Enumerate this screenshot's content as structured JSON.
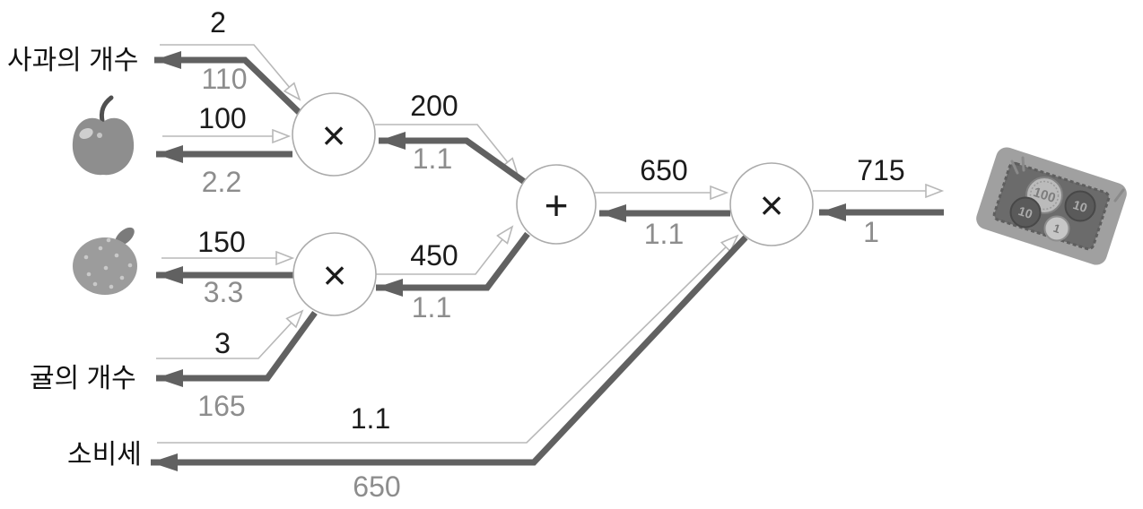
{
  "labels": {
    "apple_count": "사과의 개수",
    "orange_count": "귤의 개수",
    "tax": "소비세"
  },
  "nodes": {
    "apple_mul": "×",
    "orange_mul": "×",
    "sum": "+",
    "tax_mul": "×"
  },
  "edges": {
    "apple_count": {
      "forward": "2",
      "backward": "110"
    },
    "apple_price": {
      "forward": "100",
      "backward": "2.2"
    },
    "apple_subtotal": {
      "forward": "200",
      "backward": "1.1"
    },
    "orange_price": {
      "forward": "150",
      "backward": "3.3"
    },
    "orange_count": {
      "forward": "3",
      "backward": "165"
    },
    "orange_subtotal": {
      "forward": "450",
      "backward": "1.1"
    },
    "pre_tax_total": {
      "forward": "650",
      "backward": "1.1"
    },
    "tax": {
      "forward": "1.1",
      "backward": "650"
    },
    "total": {
      "forward": "715",
      "backward": "1"
    }
  },
  "money_tray": {
    "coin_100": "100",
    "coin_10_left": "10",
    "coin_10_right": "10",
    "coin_1": "1"
  },
  "colors": {
    "background": "#ffffff",
    "forward_line": "#b8b8b8",
    "backward_line": "#616161",
    "forward_text": "#1b1b1b",
    "backward_text": "#8d8d8d",
    "label_text": "#111111",
    "node_stroke": "#ababab",
    "node_symbol": "#1c1c1c"
  }
}
